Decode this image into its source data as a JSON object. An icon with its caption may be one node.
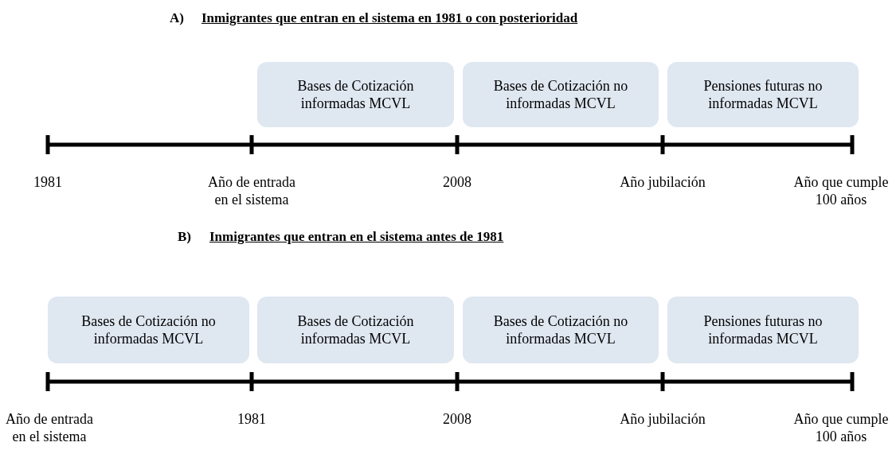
{
  "diagram": {
    "nodes": [
      {
        "text": [
          "Bases de Cotización informadas MCVL"
        ]
      },
      {
        "text": [
          "Bases de Cotización no informadas MCVL"
        ]
      },
      {
        "text": [
          "Pensiones futuras no informadas MCVL"
        ]
      },
      {
        "text": [
          "Bases de Cotización no informadas MCVL"
        ]
      },
      {
        "text": [
          "Bases de Cotización informadas MCVL"
        ]
      },
      {
        "text": [
          "Bases de Cotización no informadas MCVL"
        ]
      },
      {
        "text": [
          "Pensiones futuras no informadas MCVL"
        ]
      }
    ],
    "labels": [
      "A)",
      "Inmigrantes que entran en el sistema en 1981 o con posterioridad",
      "1981",
      "Año de entrada en el sistema",
      "2008",
      "Año jubilación",
      "Año que cumple 100 años",
      "B)",
      "Inmigrantes que entran en el sistema antes de 1981",
      "Año de entrada en el sistema",
      "1981",
      "2008",
      "Año jubilación",
      "Año que cumple 100 años"
    ]
  }
}
